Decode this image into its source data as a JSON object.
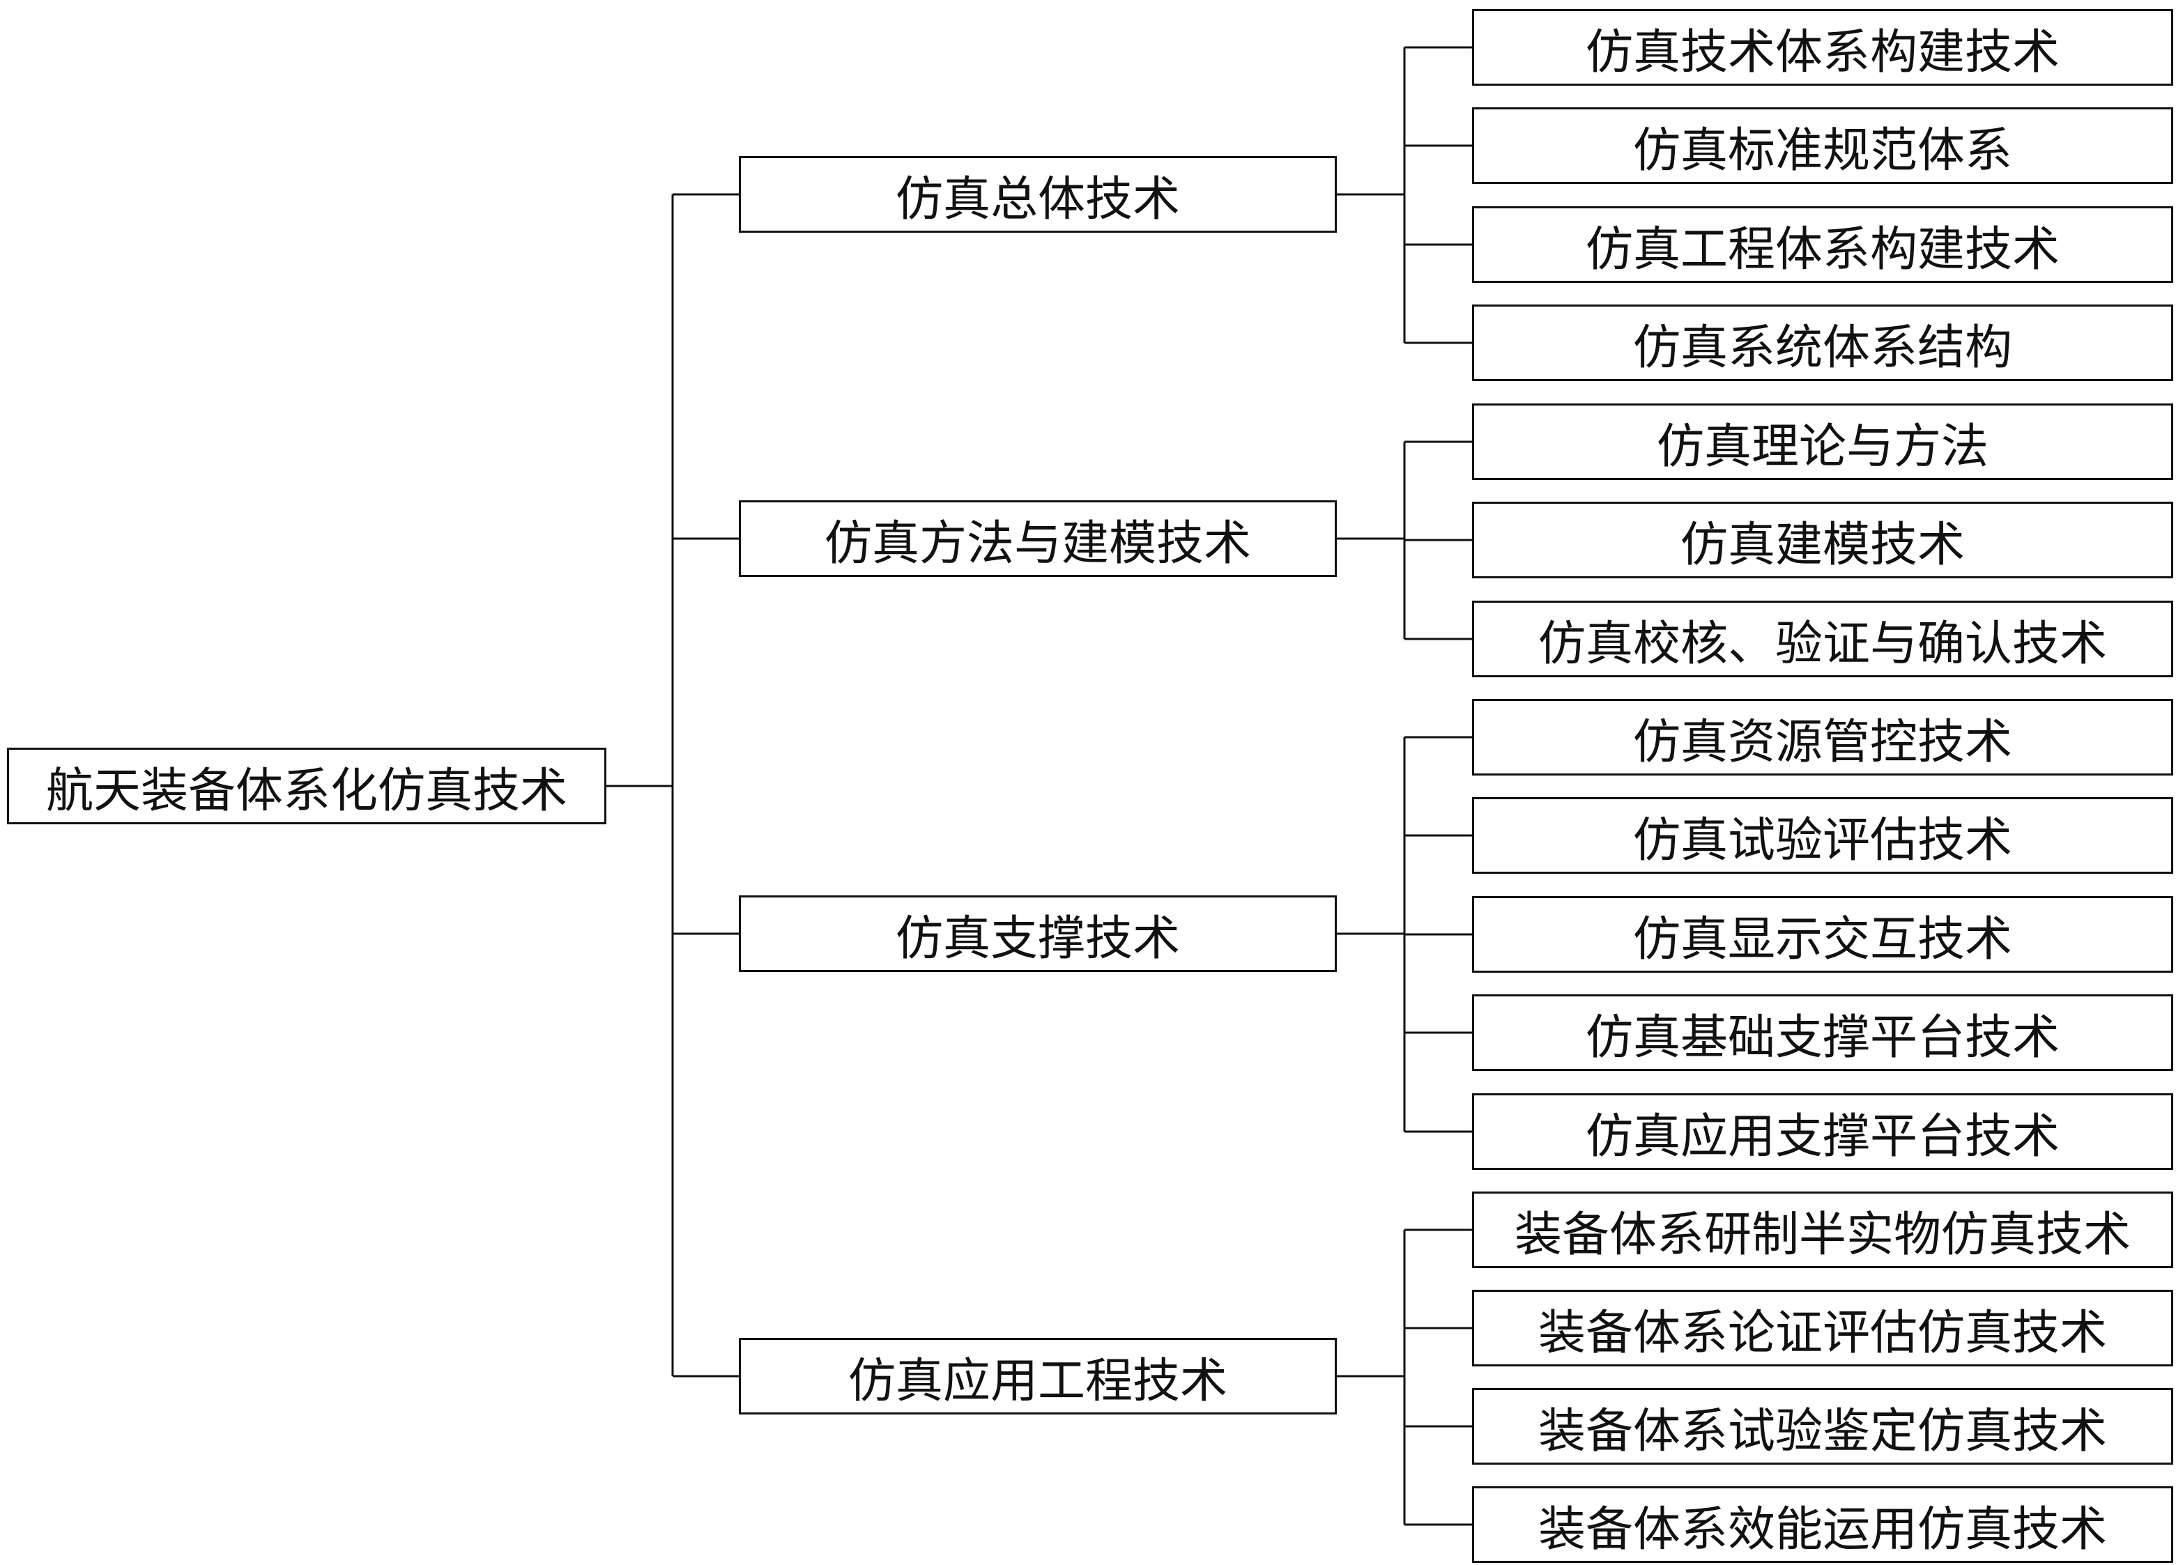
{
  "root": {
    "label": "航天装备体系化仿真技术"
  },
  "branches": [
    {
      "label": "仿真总体技术",
      "children": [
        "仿真技术体系构建技术",
        "仿真标准规范体系",
        "仿真工程体系构建技术",
        "仿真系统体系结构"
      ]
    },
    {
      "label": "仿真方法与建模技术",
      "children": [
        "仿真理论与方法",
        "仿真建模技术",
        "仿真校核、验证与确认技术"
      ]
    },
    {
      "label": "仿真支撑技术",
      "children": [
        "仿真资源管控技术",
        "仿真试验评估技术",
        "仿真显示交互技术",
        "仿真基础支撑平台技术",
        "仿真应用支撑平台技术"
      ]
    },
    {
      "label": "仿真应用工程技术",
      "children": [
        "装备体系研制半实物仿真技术",
        "装备体系论证评估仿真技术",
        "装备体系试验鉴定仿真技术",
        "装备体系效能运用仿真技术"
      ]
    }
  ],
  "colors": {
    "line": "#111111",
    "box_border": "#111111",
    "text": "#111111",
    "background": "#ffffff"
  }
}
